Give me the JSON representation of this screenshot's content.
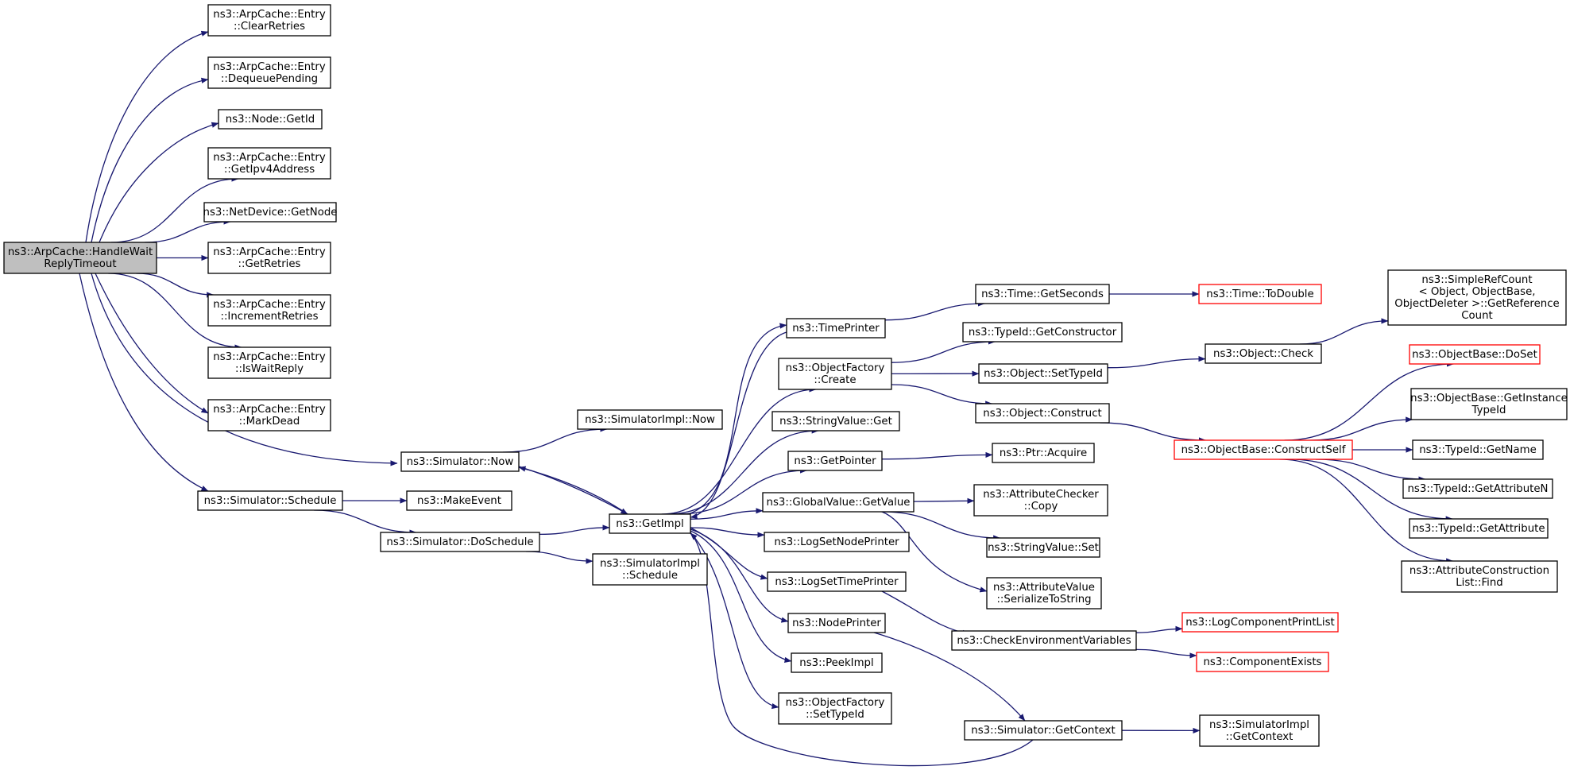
{
  "colors": {
    "edge": "#191970",
    "node_border": "#000000",
    "node_border_truncated": "#ff0000",
    "root_fill": "#bfbfbf",
    "node_fill": "#ffffff"
  },
  "graph": {
    "nodes": [
      {
        "id": "root",
        "lines": [
          "ns3::ArpCache::HandleWait",
          "ReplyTimeout"
        ],
        "style": "root"
      },
      {
        "id": "clear_retries",
        "lines": [
          "ns3::ArpCache::Entry",
          "::ClearRetries"
        ]
      },
      {
        "id": "dequeue_pending",
        "lines": [
          "ns3::ArpCache::Entry",
          "::DequeuePending"
        ]
      },
      {
        "id": "node_getid",
        "lines": [
          "ns3::Node::GetId"
        ]
      },
      {
        "id": "get_ipv4",
        "lines": [
          "ns3::ArpCache::Entry",
          "::GetIpv4Address"
        ]
      },
      {
        "id": "netdev_getnode",
        "lines": [
          "ns3::NetDevice::GetNode"
        ]
      },
      {
        "id": "get_retries",
        "lines": [
          "ns3::ArpCache::Entry",
          "::GetRetries"
        ]
      },
      {
        "id": "inc_retries",
        "lines": [
          "ns3::ArpCache::Entry",
          "::IncrementRetries"
        ]
      },
      {
        "id": "is_wait_reply",
        "lines": [
          "ns3::ArpCache::Entry",
          "::IsWaitReply"
        ]
      },
      {
        "id": "mark_dead",
        "lines": [
          "ns3::ArpCache::Entry",
          "::MarkDead"
        ]
      },
      {
        "id": "sim_now",
        "lines": [
          "ns3::Simulator::Now"
        ]
      },
      {
        "id": "sim_schedule",
        "lines": [
          "ns3::Simulator::Schedule"
        ]
      },
      {
        "id": "make_event",
        "lines": [
          "ns3::MakeEvent"
        ]
      },
      {
        "id": "sim_doschedule",
        "lines": [
          "ns3::Simulator::DoSchedule"
        ]
      },
      {
        "id": "simimpl_now",
        "lines": [
          "ns3::SimulatorImpl::Now"
        ]
      },
      {
        "id": "getimpl",
        "lines": [
          "ns3::GetImpl"
        ]
      },
      {
        "id": "simimpl_schedule",
        "lines": [
          "ns3::SimulatorImpl",
          "::Schedule"
        ]
      },
      {
        "id": "timeprinter",
        "lines": [
          "ns3::TimePrinter"
        ]
      },
      {
        "id": "objfactory_create",
        "lines": [
          "ns3::ObjectFactory",
          "::Create"
        ]
      },
      {
        "id": "stringvalue_get",
        "lines": [
          "ns3::StringValue::Get"
        ]
      },
      {
        "id": "getpointer",
        "lines": [
          "ns3::GetPointer"
        ]
      },
      {
        "id": "globalvalue_getvalue",
        "lines": [
          "ns3::GlobalValue::GetValue"
        ]
      },
      {
        "id": "logsetnodeprinter",
        "lines": [
          "ns3::LogSetNodePrinter"
        ]
      },
      {
        "id": "logsettimeprinter",
        "lines": [
          "ns3::LogSetTimePrinter"
        ]
      },
      {
        "id": "nodeprinter",
        "lines": [
          "ns3::NodePrinter"
        ]
      },
      {
        "id": "peekimpl",
        "lines": [
          "ns3::PeekImpl"
        ]
      },
      {
        "id": "objfactory_settypeid",
        "lines": [
          "ns3::ObjectFactory",
          "::SetTypeId"
        ]
      },
      {
        "id": "time_getseconds",
        "lines": [
          "ns3::Time::GetSeconds"
        ]
      },
      {
        "id": "time_todouble",
        "lines": [
          "ns3::Time::ToDouble"
        ],
        "style": "truncated"
      },
      {
        "id": "typeid_getconstructor",
        "lines": [
          "ns3::TypeId::GetConstructor"
        ]
      },
      {
        "id": "object_settypeid",
        "lines": [
          "ns3::Object::SetTypeId"
        ]
      },
      {
        "id": "object_construct",
        "lines": [
          "ns3::Object::Construct"
        ]
      },
      {
        "id": "ptr_acquire",
        "lines": [
          "ns3::Ptr::Acquire"
        ]
      },
      {
        "id": "attrchecker_copy",
        "lines": [
          "ns3::AttributeChecker",
          "::Copy"
        ]
      },
      {
        "id": "stringvalue_set",
        "lines": [
          "ns3::StringValue::Set"
        ]
      },
      {
        "id": "attrvalue_serialize",
        "lines": [
          "ns3::AttributeValue",
          "::SerializeToString"
        ]
      },
      {
        "id": "checkenvvars",
        "lines": [
          "ns3::CheckEnvironmentVariables"
        ]
      },
      {
        "id": "sim_getcontext",
        "lines": [
          "ns3::Simulator::GetContext"
        ]
      },
      {
        "id": "object_check",
        "lines": [
          "ns3::Object::Check"
        ]
      },
      {
        "id": "simplerefcount",
        "lines": [
          "ns3::SimpleRefCount",
          "< Object, ObjectBase,",
          " ObjectDeleter >::GetReference",
          "Count"
        ]
      },
      {
        "id": "objectbase_constructself",
        "lines": [
          "ns3::ObjectBase::ConstructSelf"
        ],
        "style": "truncated"
      },
      {
        "id": "objectbase_doset",
        "lines": [
          "ns3::ObjectBase::DoSet"
        ],
        "style": "truncated"
      },
      {
        "id": "objectbase_getinstancetypeid",
        "lines": [
          "ns3::ObjectBase::GetInstance",
          "TypeId"
        ]
      },
      {
        "id": "typeid_getname",
        "lines": [
          "ns3::TypeId::GetName"
        ]
      },
      {
        "id": "typeid_getattributen",
        "lines": [
          "ns3::TypeId::GetAttributeN"
        ]
      },
      {
        "id": "typeid_getattribute",
        "lines": [
          "ns3::TypeId::GetAttribute"
        ]
      },
      {
        "id": "attrconstructionlist_find",
        "lines": [
          "ns3::AttributeConstruction",
          "List::Find"
        ]
      },
      {
        "id": "logcomponentprintlist",
        "lines": [
          "ns3::LogComponentPrintList"
        ],
        "style": "truncated"
      },
      {
        "id": "componentexists",
        "lines": [
          "ns3::ComponentExists"
        ],
        "style": "truncated"
      },
      {
        "id": "simimpl_getcontext",
        "lines": [
          "ns3::SimulatorImpl",
          "::GetContext"
        ]
      }
    ],
    "edges": [
      [
        "root",
        "clear_retries"
      ],
      [
        "root",
        "dequeue_pending"
      ],
      [
        "root",
        "node_getid"
      ],
      [
        "root",
        "get_ipv4"
      ],
      [
        "root",
        "netdev_getnode"
      ],
      [
        "root",
        "get_retries"
      ],
      [
        "root",
        "inc_retries"
      ],
      [
        "root",
        "is_wait_reply"
      ],
      [
        "root",
        "mark_dead"
      ],
      [
        "root",
        "sim_now"
      ],
      [
        "root",
        "sim_schedule"
      ],
      [
        "sim_schedule",
        "make_event"
      ],
      [
        "sim_schedule",
        "sim_doschedule"
      ],
      [
        "sim_now",
        "simimpl_now"
      ],
      [
        "sim_now",
        "getimpl"
      ],
      [
        "getimpl",
        "sim_now"
      ],
      [
        "sim_doschedule",
        "getimpl"
      ],
      [
        "sim_doschedule",
        "simimpl_schedule"
      ],
      [
        "getimpl",
        "timeprinter"
      ],
      [
        "getimpl",
        "objfactory_create"
      ],
      [
        "getimpl",
        "stringvalue_get"
      ],
      [
        "getimpl",
        "getpointer"
      ],
      [
        "getimpl",
        "globalvalue_getvalue"
      ],
      [
        "getimpl",
        "logsetnodeprinter"
      ],
      [
        "getimpl",
        "logsettimeprinter"
      ],
      [
        "getimpl",
        "nodeprinter"
      ],
      [
        "getimpl",
        "peekimpl"
      ],
      [
        "getimpl",
        "objfactory_settypeid"
      ],
      [
        "sim_getcontext",
        "getimpl"
      ],
      [
        "timeprinter",
        "getimpl"
      ],
      [
        "timeprinter",
        "time_getseconds"
      ],
      [
        "time_getseconds",
        "time_todouble"
      ],
      [
        "objfactory_create",
        "typeid_getconstructor"
      ],
      [
        "objfactory_create",
        "object_settypeid"
      ],
      [
        "objfactory_create",
        "object_construct"
      ],
      [
        "object_settypeid",
        "object_check"
      ],
      [
        "object_check",
        "simplerefcount"
      ],
      [
        "object_construct",
        "objectbase_constructself"
      ],
      [
        "getpointer",
        "ptr_acquire"
      ],
      [
        "globalvalue_getvalue",
        "attrchecker_copy"
      ],
      [
        "globalvalue_getvalue",
        "stringvalue_set"
      ],
      [
        "globalvalue_getvalue",
        "attrvalue_serialize"
      ],
      [
        "logsettimeprinter",
        "checkenvvars"
      ],
      [
        "nodeprinter",
        "sim_getcontext"
      ],
      [
        "checkenvvars",
        "logcomponentprintlist"
      ],
      [
        "checkenvvars",
        "componentexists"
      ],
      [
        "sim_getcontext",
        "simimpl_getcontext"
      ],
      [
        "objectbase_constructself",
        "objectbase_doset"
      ],
      [
        "objectbase_constructself",
        "objectbase_getinstancetypeid"
      ],
      [
        "objectbase_constructself",
        "typeid_getname"
      ],
      [
        "objectbase_constructself",
        "typeid_getattributen"
      ],
      [
        "objectbase_constructself",
        "typeid_getattribute"
      ],
      [
        "objectbase_constructself",
        "attrconstructionlist_find"
      ]
    ]
  }
}
